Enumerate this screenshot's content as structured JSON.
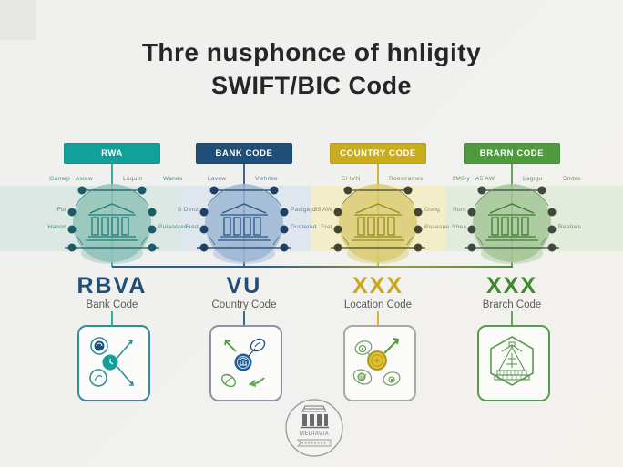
{
  "title": {
    "line1": "Thre nusphonce of hnligity",
    "line2": "SWIFT/BIC Code"
  },
  "columns": [
    {
      "header": "RWA",
      "code": "RBVA",
      "code_label": "Bank Code",
      "ring": {
        "tl1": "Gamep",
        "tl2": "Asiaw",
        "tr1": "Loquin",
        "tr2": "Wanes",
        "l1": "Fut",
        "l2": "Hanon",
        "r1": "",
        "r2": "Pulanotes"
      },
      "icon": "network-arrows-icon",
      "colors": {
        "accent": "#12a09a",
        "code": "#1f4e79"
      }
    },
    {
      "header": "BANK CODE",
      "code": "VU",
      "code_label": "Country Code",
      "ring": {
        "tl1": "",
        "tl2": "Lavew",
        "tr1": "Vwhmie",
        "tr2": "",
        "l1": "S Denz",
        "l2": "Fred",
        "r1": "Pacigejo",
        "r2": "Dustered"
      },
      "icon": "coin-feather-icon",
      "colors": {
        "accent": "#1f4e79",
        "code": "#1f4e79"
      }
    },
    {
      "header": "COUNTRY CODE",
      "code": "XXX",
      "code_label": "Location Code",
      "ring": {
        "tl1": "",
        "tl2": "SI IVN",
        "tr1": "Roesirames",
        "tr2": "",
        "l1": "35 AW",
        "l2": "Fret",
        "r1": "Gong",
        "r2": "Busesne"
      },
      "icon": "coin-leaves-icon",
      "colors": {
        "accent": "#c9ad1e",
        "code": "#c9a81d"
      }
    },
    {
      "header": "BRARN CODE",
      "code": "XXX",
      "code_label": "Brarch Code",
      "ring": {
        "tl1": "2M6-y",
        "tl2": "A5 AW",
        "tr1": "Lagigu",
        "tr2": "Smbis",
        "l1": "Runt",
        "l2": "Shes",
        "r1": "",
        "r2": "Reetiws"
      },
      "icon": "hexagon-pagoda-icon",
      "colors": {
        "accent": "#4e9a3d",
        "code": "#3f8a2e"
      }
    }
  ],
  "logo": {
    "text": "MEDIAVIA"
  },
  "palette": {
    "background": "#f0f0ee",
    "teal": "#12a09a",
    "navy": "#1f4e79",
    "gold": "#c9ad1e",
    "green": "#4e9a3d",
    "band": [
      "#dce8e3",
      "#dfe6ee",
      "#f3edca",
      "#e3ebdd"
    ]
  }
}
